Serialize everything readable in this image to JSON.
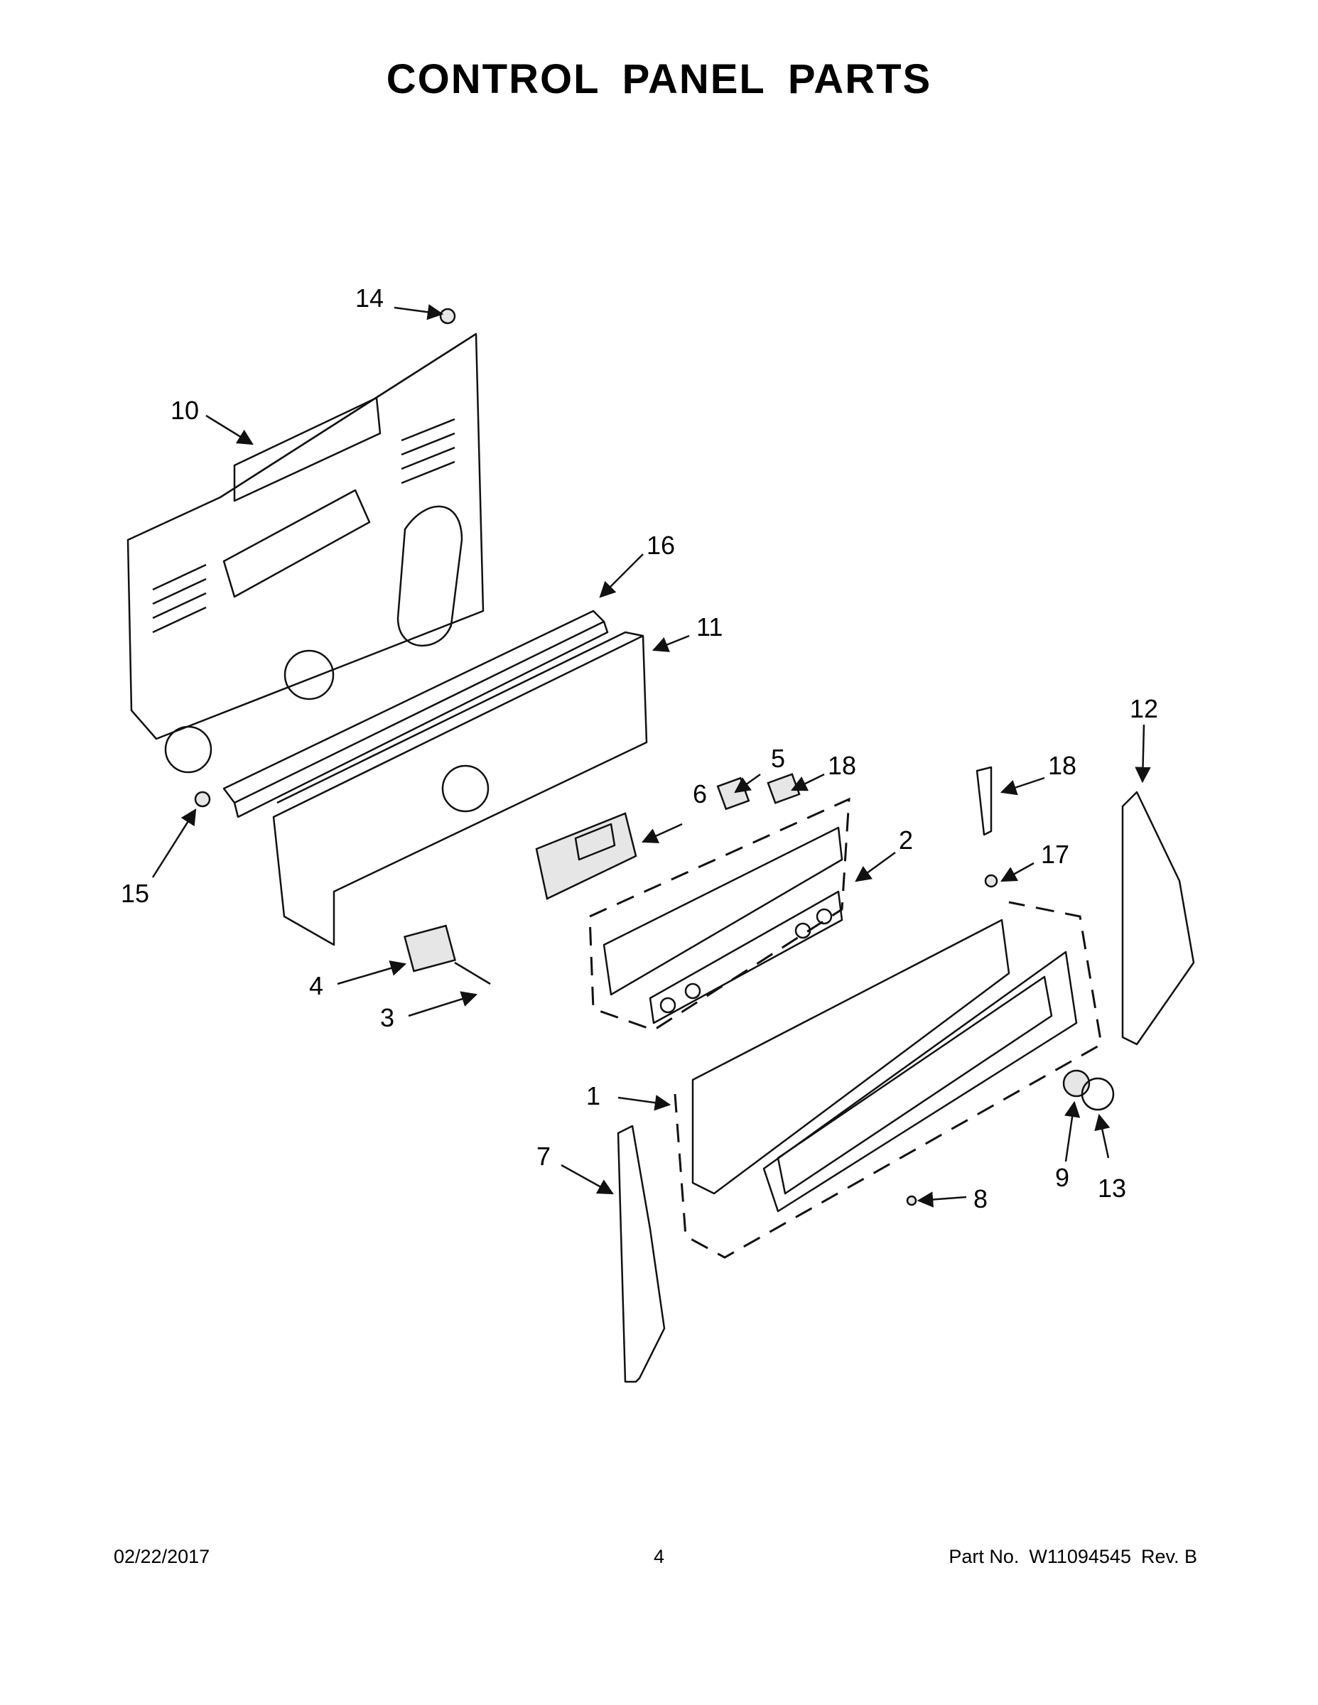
{
  "page": {
    "title": "CONTROL PANEL PARTS"
  },
  "callouts": [
    {
      "id": "c1",
      "label": "1"
    },
    {
      "id": "c2",
      "label": "2"
    },
    {
      "id": "c3",
      "label": "3"
    },
    {
      "id": "c4",
      "label": "4"
    },
    {
      "id": "c5",
      "label": "5"
    },
    {
      "id": "c6",
      "label": "6"
    },
    {
      "id": "c7",
      "label": "7"
    },
    {
      "id": "c8",
      "label": "8"
    },
    {
      "id": "c9",
      "label": "9"
    },
    {
      "id": "c10",
      "label": "10"
    },
    {
      "id": "c11",
      "label": "11"
    },
    {
      "id": "c12",
      "label": "12"
    },
    {
      "id": "c13",
      "label": "13"
    },
    {
      "id": "c14",
      "label": "14"
    },
    {
      "id": "c15",
      "label": "15"
    },
    {
      "id": "c16",
      "label": "16"
    },
    {
      "id": "c17",
      "label": "17"
    },
    {
      "id": "c18a",
      "label": "18"
    },
    {
      "id": "c18b",
      "label": "18"
    }
  ],
  "footer": {
    "date": "02/22/2017",
    "page_number": "4",
    "part_label": "Part No.",
    "part_number": "W11094545",
    "revision": "Rev.  B"
  },
  "colors": {
    "line": "#111111",
    "background": "#ffffff",
    "part_fill": "#e6e6e6"
  }
}
